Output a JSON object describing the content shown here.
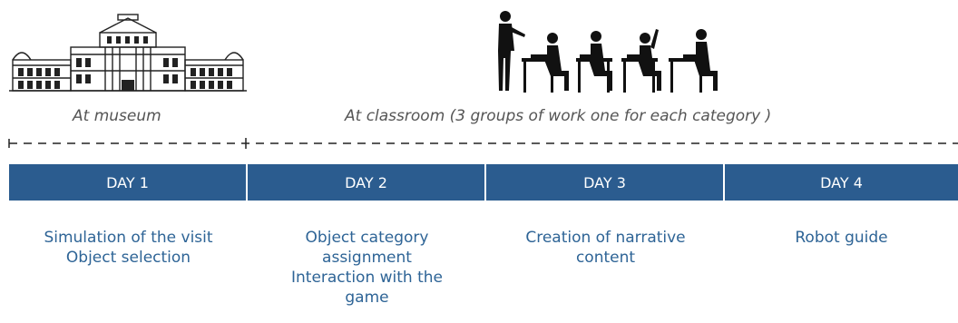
{
  "locations": {
    "museum": "At museum",
    "classroom": "At classroom (3 groups of work one for each category )"
  },
  "days": [
    {
      "label": "DAY 1",
      "description": [
        "Simulation of the visit",
        "Object selection"
      ]
    },
    {
      "label": "DAY 2",
      "description": [
        "Object category",
        "assignment",
        "Interaction with the",
        "game"
      ]
    },
    {
      "label": "DAY 3",
      "description": [
        "Creation of narrative",
        "content"
      ]
    },
    {
      "label": "DAY 4",
      "description": [
        "Robot guide"
      ]
    }
  ],
  "colors": {
    "band": "#2b5c8f",
    "description_text": "#2e6496",
    "label_text": "#555555"
  },
  "icons": {
    "museum": "museum-building-icon",
    "classroom": "classroom-students-teacher-icon"
  }
}
